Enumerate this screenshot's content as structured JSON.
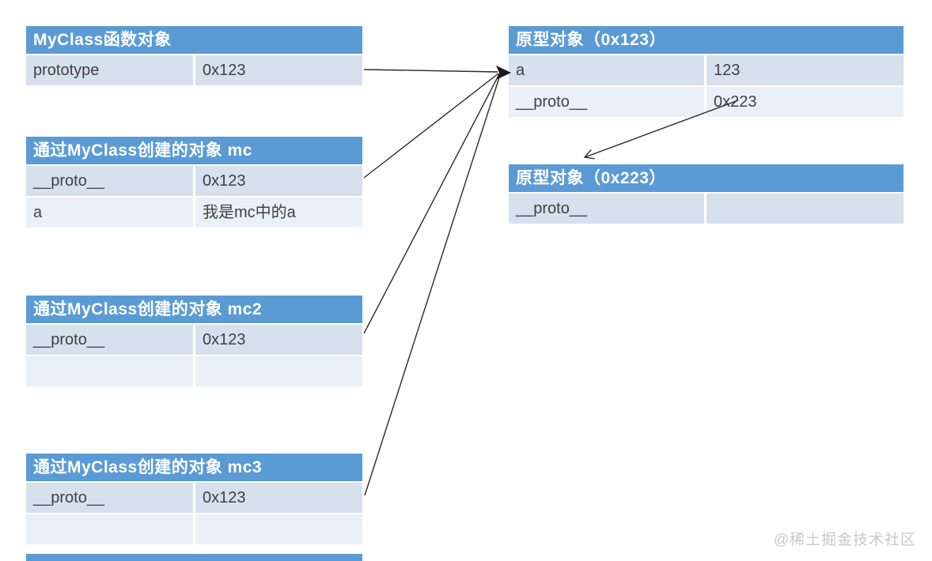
{
  "page": {
    "watermark": "@稀土掘金技术社区"
  },
  "colors": {
    "header_bg": "#5B9BD5",
    "row_dark": "#D6E1ED",
    "row_light": "#EAF0F8",
    "header_text": "#FFFFFF",
    "cell_text": "#404040",
    "arrow": "#2B2B2B",
    "watermark_text": "#C9C9C9"
  },
  "tables": [
    {
      "id": "myclass-function-object",
      "title": "MyClass函数对象",
      "rows": [
        [
          "prototype",
          "0x123"
        ]
      ]
    },
    {
      "id": "object-mc",
      "title": "通过MyClass创建的对象 mc",
      "rows": [
        [
          "__proto__",
          "0x123"
        ],
        [
          "a",
          "我是mc中的a"
        ]
      ]
    },
    {
      "id": "object-mc2",
      "title": "通过MyClass创建的对象 mc2",
      "rows": [
        [
          "__proto__",
          "0x123"
        ],
        [
          "",
          ""
        ]
      ]
    },
    {
      "id": "object-mc3",
      "title": "通过MyClass创建的对象 mc3",
      "rows": [
        [
          "__proto__",
          "0x123"
        ],
        [
          "",
          ""
        ]
      ]
    },
    {
      "id": "prototype-object-0x123",
      "title": "原型对象（0x123）",
      "rows": [
        [
          "a",
          "123"
        ],
        [
          "__proto__",
          "0x223"
        ]
      ]
    },
    {
      "id": "prototype-object-0x223",
      "title": "原型对象（0x223）",
      "rows": [
        [
          "__proto__",
          ""
        ]
      ]
    }
  ],
  "arrows": [
    {
      "from": "MyClass函数对象.prototype",
      "to": "原型对象（0x123）"
    },
    {
      "from": "mc.__proto__",
      "to": "原型对象（0x123）"
    },
    {
      "from": "mc2.__proto__",
      "to": "原型对象（0x123）"
    },
    {
      "from": "mc3.__proto__",
      "to": "原型对象（0x123）"
    },
    {
      "from": "原型对象（0x123）.__proto__",
      "to": "原型对象（0x223）"
    }
  ],
  "fragments": {
    "bottom_cropped_header": true
  }
}
